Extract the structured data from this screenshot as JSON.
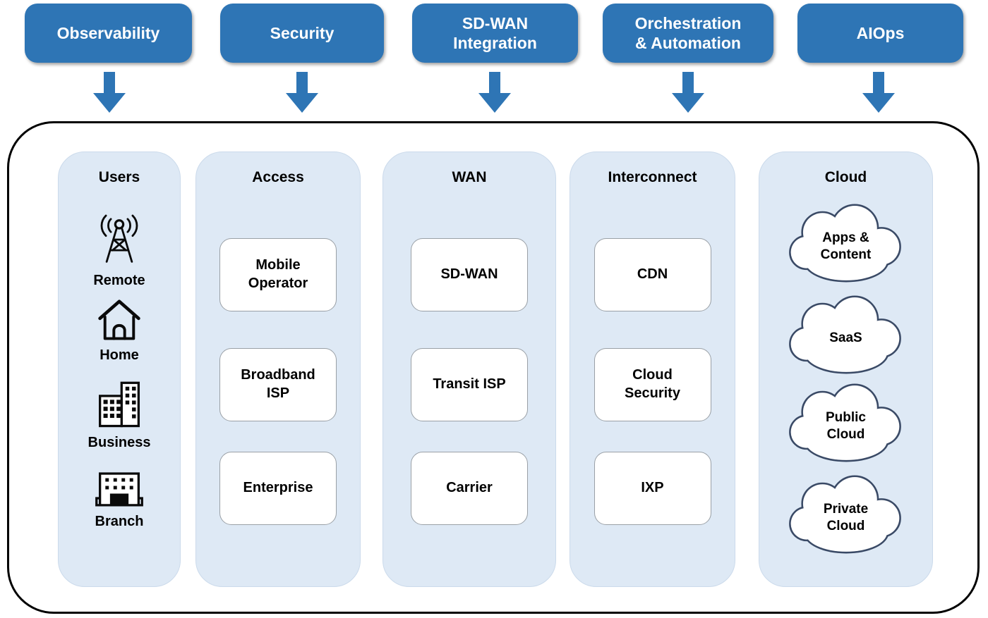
{
  "colors": {
    "accent_blue": "#2E75B5",
    "column_fill": "#DEE9F5",
    "cloud_stroke": "#3A4A66",
    "white_box_border": "#9AA0A6",
    "frame_outline": "#000000"
  },
  "top_bar": {
    "items": [
      {
        "label": "Observability"
      },
      {
        "label": "Security"
      },
      {
        "label": "SD-WAN\nIntegration"
      },
      {
        "label": "Orchestration\n& Automation"
      },
      {
        "label": "AIOps"
      }
    ]
  },
  "columns": [
    {
      "title": "Users",
      "items": [
        {
          "icon": "radio-tower-icon",
          "label": "Remote"
        },
        {
          "icon": "home-icon",
          "label": "Home"
        },
        {
          "icon": "business-buildings-icon",
          "label": "Business"
        },
        {
          "icon": "branch-building-icon",
          "label": "Branch"
        }
      ]
    },
    {
      "title": "Access",
      "items": [
        {
          "label": "Mobile\nOperator"
        },
        {
          "label": "Broadband\nISP"
        },
        {
          "label": "Enterprise"
        }
      ]
    },
    {
      "title": "WAN",
      "items": [
        {
          "label": "SD-WAN"
        },
        {
          "label": "Transit ISP"
        },
        {
          "label": "Carrier"
        }
      ]
    },
    {
      "title": "Interconnect",
      "items": [
        {
          "label": "CDN"
        },
        {
          "label": "Cloud\nSecurity"
        },
        {
          "label": "IXP"
        }
      ]
    },
    {
      "title": "Cloud",
      "items": [
        {
          "label": "Apps &\nContent"
        },
        {
          "label": "SaaS"
        },
        {
          "label": "Public\nCloud"
        },
        {
          "label": "Private\nCloud"
        }
      ]
    }
  ]
}
